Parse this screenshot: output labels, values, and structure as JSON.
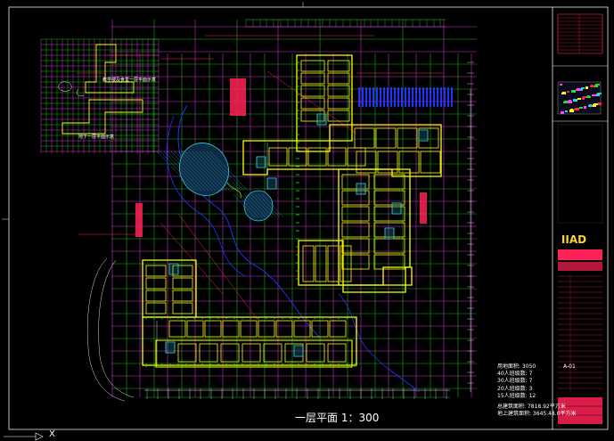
{
  "drawing": {
    "title": "一层平面 1：300",
    "stats": [
      "用地面积: 3050",
      "40人班级数: 7",
      "30人班级数: 7",
      "20人班级数: 3",
      "15人班级数: 12"
    ],
    "stats2": [
      "总建筑面积: 7818.92平方米",
      "地上建筑面积: 3645.48.0平方米"
    ],
    "keyplan_labels": [
      "教学楼及食堂一层平面示意",
      "地下一层平面示意"
    ],
    "axis_label": "X"
  },
  "title_block": {
    "logo_text": "IIAD",
    "sheet_label": "A-01"
  },
  "colors": {
    "background": "#000000",
    "wall": "#ffff00",
    "grid_magenta": "#ff44ff",
    "grid_green": "#22dd22",
    "grid_white": "#e0e0e0",
    "water": "#2233ff",
    "accent_red": "#ff2255",
    "cyan": "#33ccdd"
  }
}
